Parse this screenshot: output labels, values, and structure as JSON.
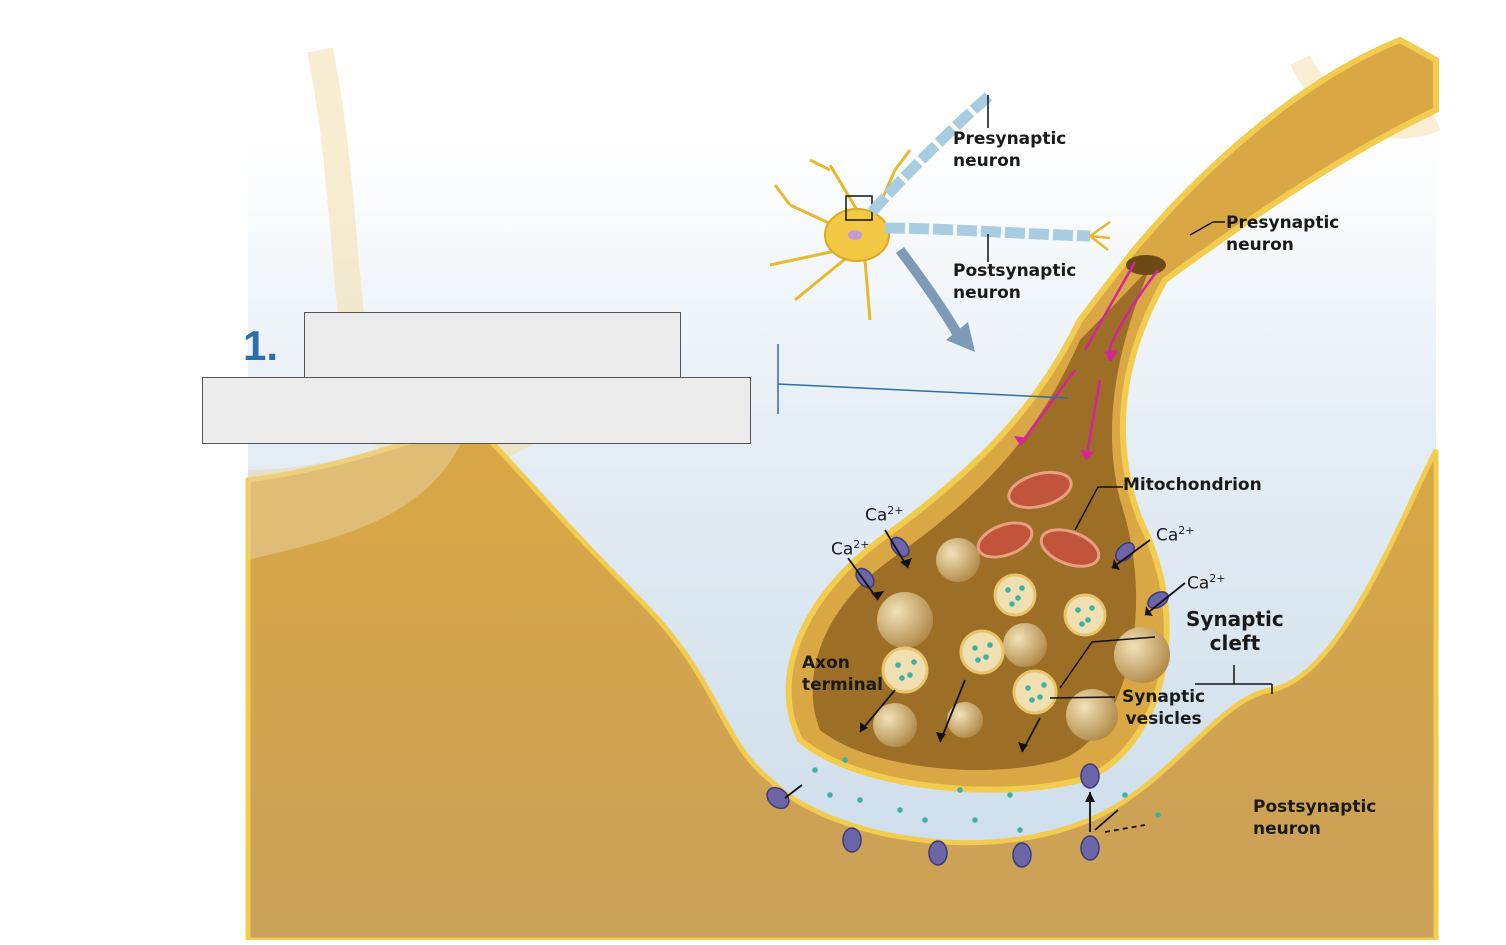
{
  "question": {
    "number": "1."
  },
  "labels": {
    "presynaptic_neuron_inset": [
      "Presynaptic",
      "neuron"
    ],
    "postsynaptic_neuron_inset": [
      "Postsynaptic",
      "neuron"
    ],
    "presynaptic_neuron_main": [
      "Presynaptic",
      "neuron"
    ],
    "mitochondrion": "Mitochondrion",
    "calcium_ion": "Ca",
    "calcium_charge": "2+",
    "synaptic_cleft": [
      "Synaptic",
      "cleft"
    ],
    "axon_terminal": [
      "Axon",
      "terminal"
    ],
    "synaptic_vesicles": [
      "Synaptic",
      "vesicles"
    ],
    "postsynaptic_neuron_main": [
      "Postsynaptic",
      "neuron"
    ]
  },
  "colors": {
    "neuron_fill": "#d8a53d",
    "neuron_membrane": "#f2cc4e",
    "terminal_interior": "#9c6e26",
    "extracellular": "#dde9f2",
    "arrow_magenta": "#d6249f",
    "receptor": "#6a66a8",
    "neurotransmitter": "#3fb0a6",
    "mitochondrion": "#c2543c",
    "question_number": "#2f6ea8",
    "leader_line": "#2f6ea8"
  }
}
